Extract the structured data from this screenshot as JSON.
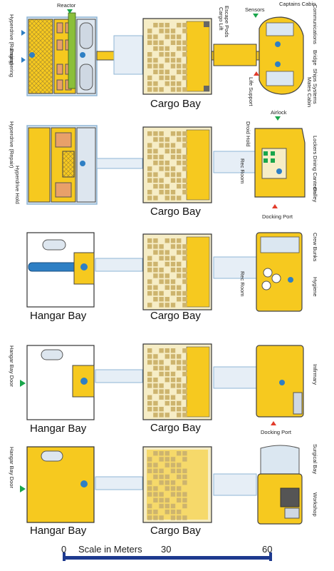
{
  "decks": [
    {
      "left_label": "",
      "cargo_label": "Cargo Bay",
      "labels": {
        "reactor": "Reactor",
        "hyperdrive": "Hyperdrive\n(Running)",
        "engineering": "Engineering",
        "escape_pods": "Escape Pods",
        "cargo_lift": "Cargo Lift",
        "sensors": "Sensors",
        "captains_cabin": "Captains\nCabin",
        "communications": "Communications",
        "bridge": "Bridge",
        "ships_systems": "Ships Systems",
        "mates_cabin": "Mates Cabin",
        "life_support": "Life Support"
      }
    },
    {
      "left_label": "",
      "cargo_label": "Cargo Bay",
      "labels": {
        "hyperdrive_repair": "Hyperdrive\n(Repair)",
        "hyperdrive_hold": "Hyperdrive\nHold",
        "airlock": "Airlock",
        "droid_hold": "Droid Hold",
        "rec_room": "Rec Room",
        "lockers": "Lockers",
        "dining_canteen": "Dining Canteen",
        "galley": "Galley",
        "docking_port": "Docking Port"
      }
    },
    {
      "left_label": "Hangar Bay",
      "cargo_label": "Cargo Bay",
      "labels": {
        "crew_bunks": "Crew Bunks",
        "rec_room": "Rec Room",
        "hygiene": "Hygiene"
      }
    },
    {
      "left_label": "Hangar Bay",
      "cargo_label": "Cargo Bay",
      "labels": {
        "hangar_bay_door": "Hangar Bay Door",
        "infirmary": "Infirmary",
        "docking_port": "Docking Port"
      }
    },
    {
      "left_label": "Hangar Bay",
      "cargo_label": "Cargo Bay",
      "labels": {
        "hangar_bay_door": "Hangar Bay Door",
        "surgical_bay": "Surgical Bay",
        "workshop": "Workshop"
      }
    }
  ],
  "scale": {
    "title": "Scale in Meters",
    "ticks": [
      "0",
      "30",
      "60"
    ]
  },
  "colors": {
    "yellow": "#f6c91f",
    "cream": "#f6edc6",
    "tan": "#cdb46e",
    "outline": "#8fb6d6",
    "dark": "#2a2a2a",
    "blue": "#2e7fc4",
    "green": "#19a64b",
    "red": "#e23b2b"
  }
}
